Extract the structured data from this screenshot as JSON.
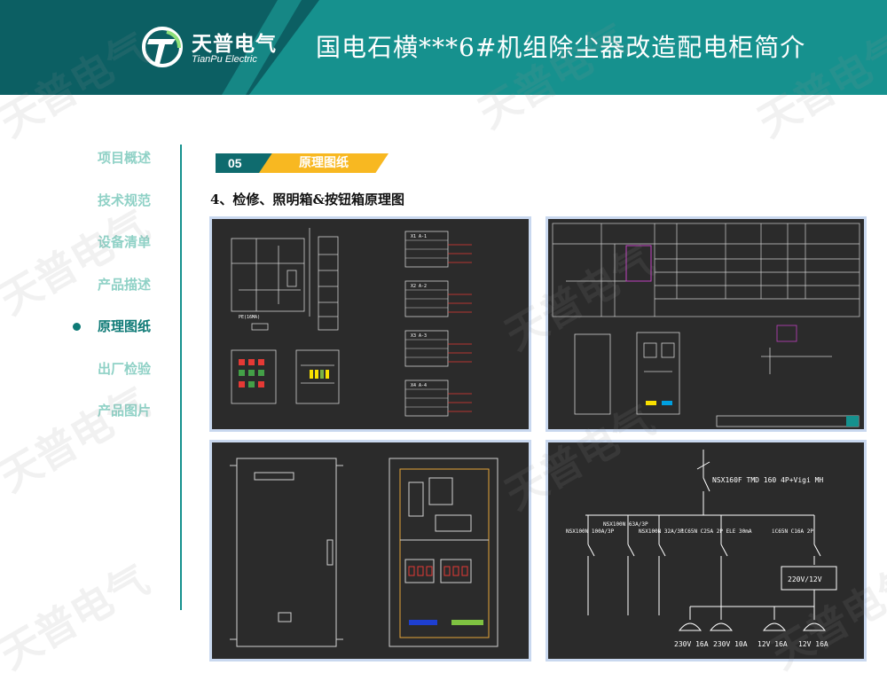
{
  "header": {
    "logo_cn": "天普电气",
    "logo_en": "TianPu Electric",
    "title": "国电石横***6#机组除尘器改造配电柜简介"
  },
  "nav": {
    "items": [
      {
        "label": "项目概述"
      },
      {
        "label": "技术规范"
      },
      {
        "label": "设备清单"
      },
      {
        "label": "产品描述"
      },
      {
        "label": "原理图纸"
      },
      {
        "label": "出厂检验"
      },
      {
        "label": "产品图片"
      }
    ],
    "active_index": 4
  },
  "section": {
    "number": "05",
    "title": "原理图纸",
    "subtitle": "4、检修、照明箱&按钮箱原理图"
  },
  "watermark": "天普电气",
  "diagrams": {
    "p1_terminal_boxes": [
      "X1 A-1",
      "X2 A-2",
      "X3 A-3",
      "X4 A-4"
    ],
    "p4_main_breaker": "NSX160F TMD 160 4P+Vigi MH",
    "p4_branches": [
      "NSX100N 100A/3P",
      "NSX100N 63A/3P",
      "NSX100N 32A/3P",
      "iC65N C25A 2P ELE 30mA",
      "iC65N C16A 2P"
    ],
    "p4_transformer": "220V/12V",
    "p4_outputs": [
      "230V 16A",
      "230V 10A",
      "12V 16A",
      "12V 16A"
    ]
  },
  "colors": {
    "header_teal": "#16918e",
    "header_dark": "#0c5f63",
    "accent_yellow": "#f8b821",
    "nav_inactive": "#8fd1c6",
    "nav_active": "#0e7a76",
    "panel_bg": "#2b2b2b"
  }
}
